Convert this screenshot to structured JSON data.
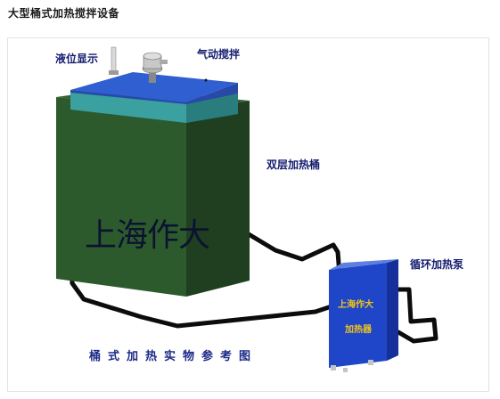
{
  "page": {
    "title": "大型桶式加热搅拌设备"
  },
  "figure": {
    "labels": {
      "level_display": "液位显示",
      "pneumatic_stirrer": "气动搅拌",
      "double_layer_tank": "双层加热桶",
      "circulation_pump": "循环加热泵"
    },
    "watermark": "上海作大",
    "pump_panel": {
      "line1": "上海作大",
      "line2": "加热器"
    },
    "caption": "桶式加热实物参考图"
  },
  "colors": {
    "tank_front": "#2d5a2d",
    "tank_side": "#1f3f20",
    "lid_blue": "#2f5fd0",
    "lid_teal": "#3aa0a0",
    "pump_blue": "#1f46c8",
    "pipe": "#0c0c0c",
    "label_text": "#131a6e"
  }
}
